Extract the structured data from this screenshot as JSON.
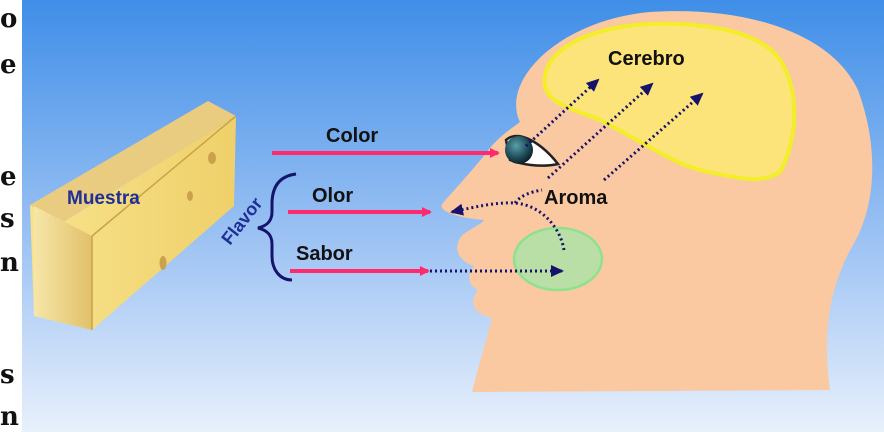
{
  "labels": {
    "muestra": "Muestra",
    "flavor": "Flavor",
    "color": "Color",
    "olor": "Olor",
    "sabor": "Sabor",
    "aroma": "Aroma",
    "cerebro": "Cerebro"
  },
  "edge_glyphs": [
    "o",
    "e",
    "e",
    "s",
    "n",
    "s",
    "n"
  ],
  "colors": {
    "background_top": "#3f8ee8",
    "background_bottom": "#e4eefc",
    "head": "#fbc9a1",
    "brain": "#fde47a",
    "brain_outline": "#f2ee2a",
    "mouth_zone": "#b9dfa6",
    "mouth_zone_outline": "#8fe08f",
    "cheese_face": "#f4dc7c",
    "cheese_side": "#c9a24b",
    "cheese_top": "#e9cc80",
    "arrow_pink": "#ff2a6d",
    "arrow_navy": "#15136b",
    "label_blue": "#1f2f96",
    "label_black": "#111111"
  }
}
